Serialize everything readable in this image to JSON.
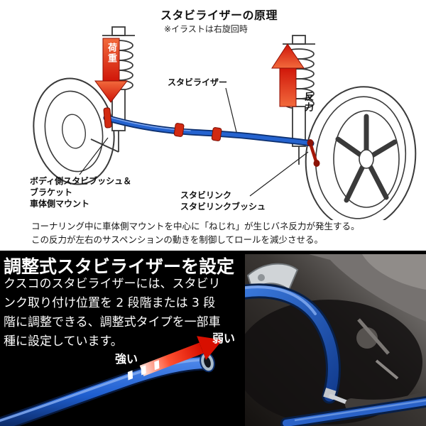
{
  "top": {
    "title": "スタビライザーの原理",
    "note": "※イラストは右旋回時",
    "stabilizer_label": "スタビライザー",
    "load_label": "荷重",
    "reaction_label": "反力",
    "body_mount_lines": [
      "ボディ側スタビブッシュ＆",
      "ブラケット",
      "車体側マウント"
    ],
    "link_lines": [
      "スタビリンク",
      "スタビリンクブッシュ"
    ],
    "caption_lines": [
      "コーナリング中に車体側マウントを中心に「ねじれ」が生じバネ反力が発生する。",
      "この反力が左右のサスペンションの動きを制御してロールを減少させる。"
    ]
  },
  "bottom": {
    "title": "調整式スタビライザーを設定",
    "body_lines": [
      "クスコのスタビライザーには、スタビリ",
      "ンク取り付け位置を 2 段階または 3 段",
      "階に調整できる、調整式タイプを一部車",
      "種に設定しています。"
    ],
    "strong_label": "強い",
    "weak_label": "弱い"
  },
  "colors": {
    "stabilizer_blue": "#2563cf",
    "arrow_red": "#d81800",
    "mount_red": "#d22a12",
    "panel_bg": "#000000"
  }
}
